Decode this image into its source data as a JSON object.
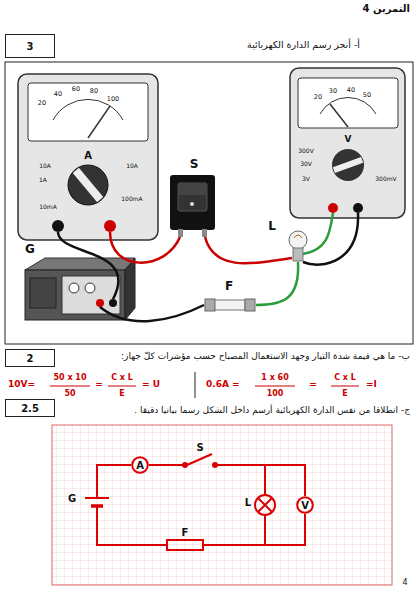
{
  "diagram": {
    "nodes": [
      {
        "text": [
          "3"
        ]
      },
      {
        "text": [
          "2"
        ]
      },
      {
        "text": [
          "2.5"
        ]
      },
      {
        "text": [
          "A"
        ]
      },
      {
        "text": [
          "V"
        ]
      }
    ],
    "labels": [
      "التمرين 4",
      "أ- أنجز رسم الدارة الكهربائية",
      "20",
      "40",
      "60",
      "80",
      "100",
      "A",
      "10A",
      "1A",
      "10mA",
      "10A",
      "100mA",
      "20",
      "30",
      "40",
      "50",
      "V",
      "300V",
      "30V",
      "3V",
      "300mV",
      "S",
      "L",
      "G",
      "F",
      "ب- ما هي قيمة شدة التيار وجهد الاستعمال المصباح حسب مؤشرات كلّ جهاز:",
      "10V=",
      "50 x 10",
      "50",
      "=",
      "C x L",
      "E",
      "= U",
      "0.6A =",
      "1 x 60",
      "100",
      "=",
      "C x L",
      "E",
      "=I",
      "ج- انطلاقا من نفس الدارة الكهربائية أرسم داخل الشكل رسما بيانيا دقيقا .",
      "G",
      "S",
      "L",
      "F",
      "4"
    ]
  }
}
